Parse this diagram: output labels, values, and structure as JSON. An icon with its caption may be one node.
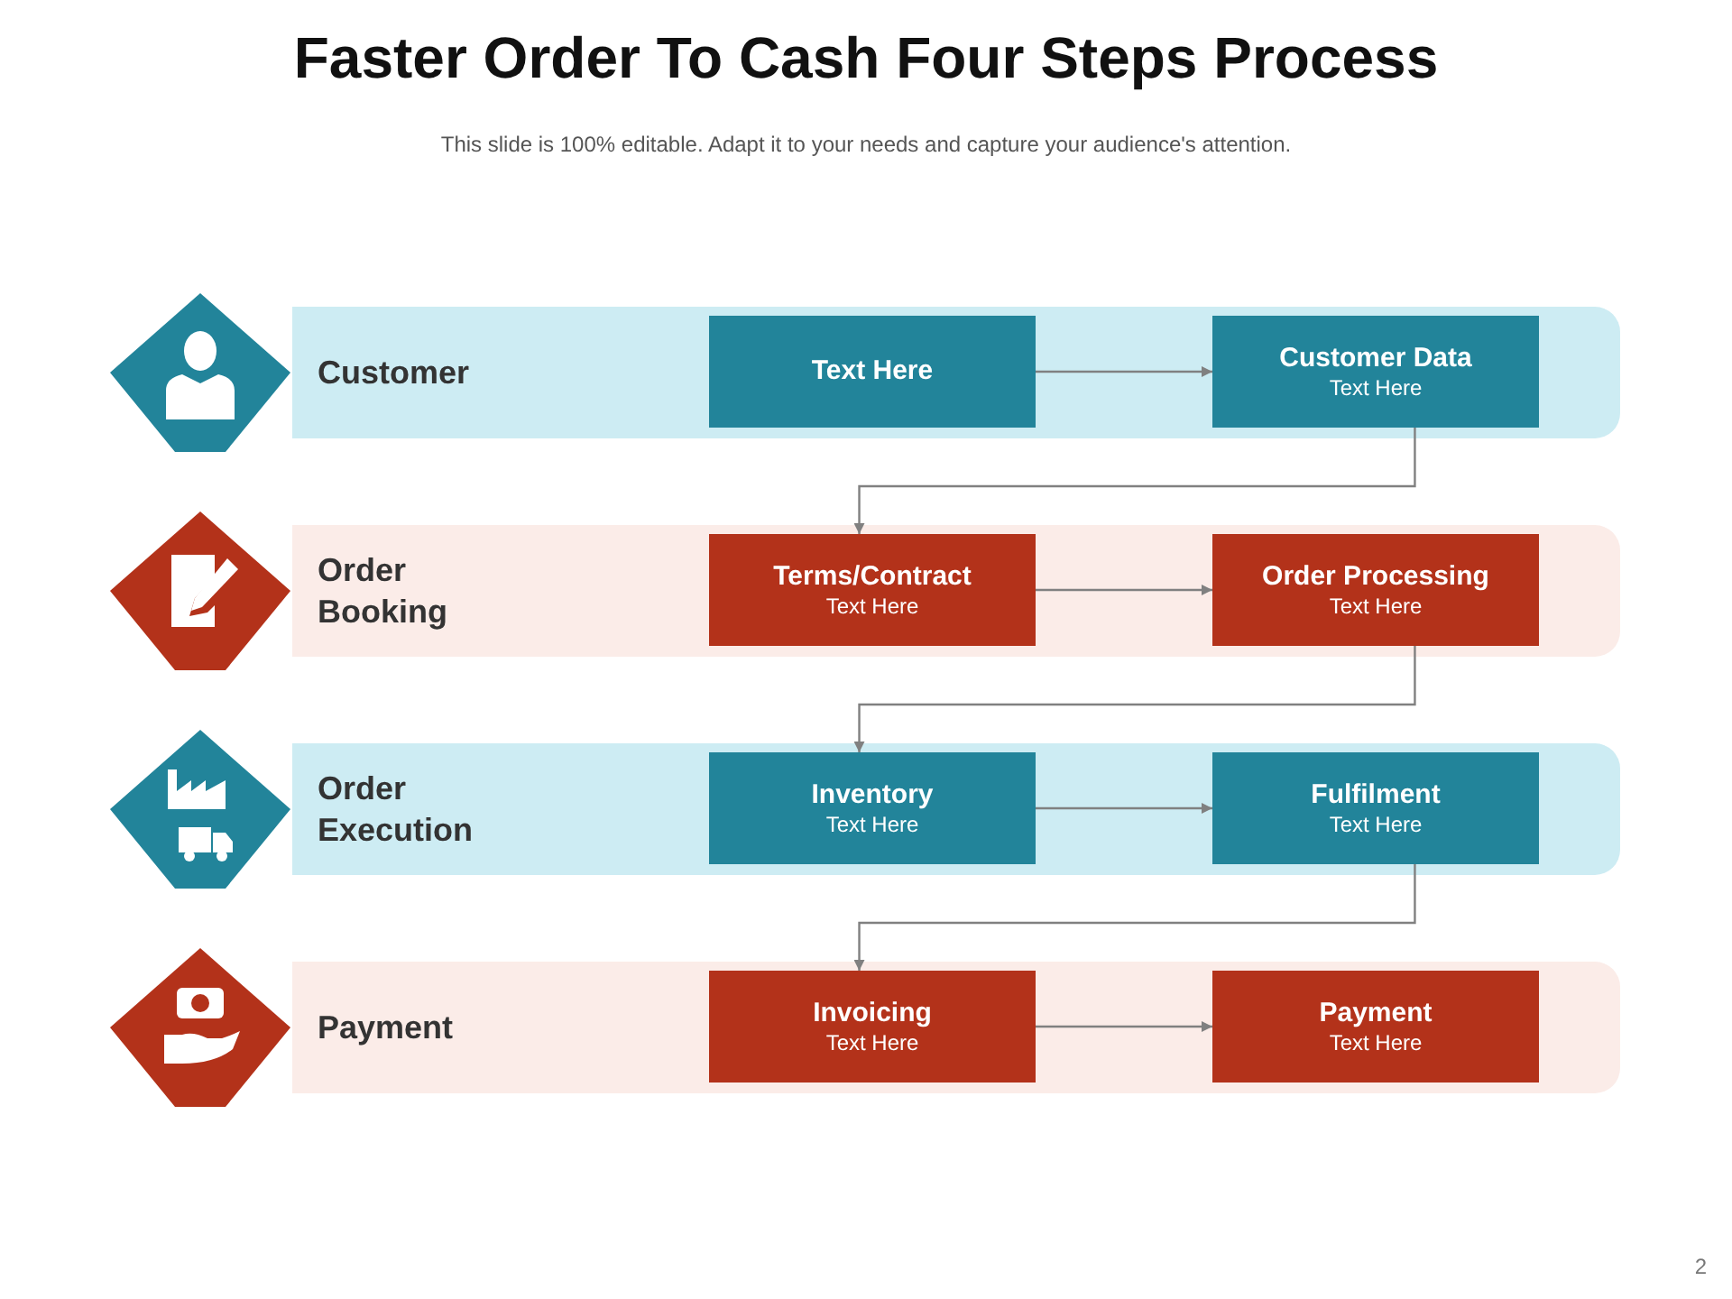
{
  "diagram": {
    "title": "Faster Order To Cash Four Steps Process",
    "nodes": [
      {
        "text": [
          "Customer"
        ]
      },
      {
        "text": [
          "Text Here"
        ],
        "in": 0
      },
      {
        "text": [
          "Customer Data",
          "Text Here"
        ],
        "in": 0
      },
      {
        "text": [
          "Order Booking"
        ]
      },
      {
        "text": [
          "Terms/Contract",
          "Text Here"
        ],
        "in": 3
      },
      {
        "text": [
          "Order Processing",
          "Text Here"
        ],
        "in": 3
      },
      {
        "text": [
          "Order Execution"
        ]
      },
      {
        "text": [
          "Inventory",
          "Text Here"
        ],
        "in": 6
      },
      {
        "text": [
          "Fulfilment",
          "Text Here"
        ],
        "in": 6
      },
      {
        "text": [
          "Payment"
        ]
      },
      {
        "text": [
          "Invoicing",
          "Text Here"
        ],
        "in": 9
      },
      {
        "text": [
          "Payment",
          "Text Here"
        ],
        "in": 9
      }
    ],
    "edges": [
      {
        "from": 1,
        "to": 2,
        "arrow": "to"
      },
      {
        "from": 2,
        "to": 4,
        "arrow": "to"
      },
      {
        "from": 4,
        "to": 5,
        "arrow": "to"
      },
      {
        "from": 5,
        "to": 7,
        "arrow": "to"
      },
      {
        "from": 7,
        "to": 8,
        "arrow": "to"
      },
      {
        "from": 8,
        "to": 10,
        "arrow": "to"
      },
      {
        "from": 10,
        "to": 11,
        "arrow": "to"
      }
    ],
    "labels": [
      "This slide is 100% editable. Adapt it to your needs and capture your audience's attention.",
      "2"
    ]
  }
}
